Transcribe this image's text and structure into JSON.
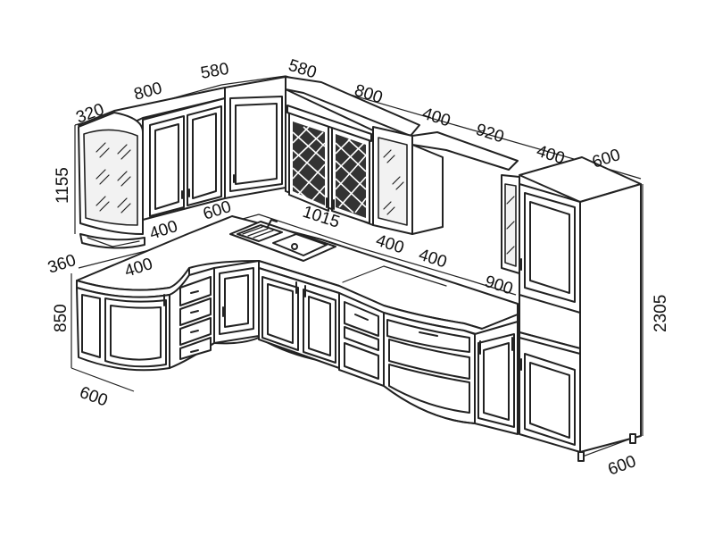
{
  "dimensions": {
    "d_320": "320",
    "d_800_left": "800",
    "d_580_a": "580",
    "d_580_b": "580",
    "d_800_right": "800",
    "d_400_top": "400",
    "d_920": "920",
    "d_400_top2": "400",
    "d_600_top": "600",
    "d_1155": "1155",
    "d_400_mid": "400",
    "d_600_mid": "600",
    "d_1015": "1015",
    "d_360": "360",
    "d_400_low": "400",
    "d_400_r1": "400",
    "d_400_r2": "400",
    "d_900": "900",
    "d_850": "850",
    "d_2305": "2305",
    "d_600_bl": "600",
    "d_600_br": "600"
  },
  "colors": {
    "line": "#222222",
    "background": "#ffffff",
    "lattice": "#333333"
  }
}
